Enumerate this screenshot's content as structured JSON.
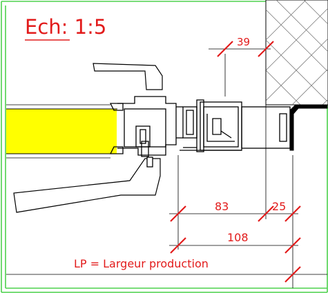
{
  "title": "Ech: 1:5",
  "dimensions": {
    "top": "39",
    "left_bottom": "83",
    "right_bottom": "25",
    "total": "108"
  },
  "footer_label": "LP = Largeur production",
  "colors": {
    "frame": "#4bd14b",
    "title": "#e21b1b",
    "dimension": "#e21b1b",
    "glass": "#ffff00",
    "outline": "#000000"
  }
}
